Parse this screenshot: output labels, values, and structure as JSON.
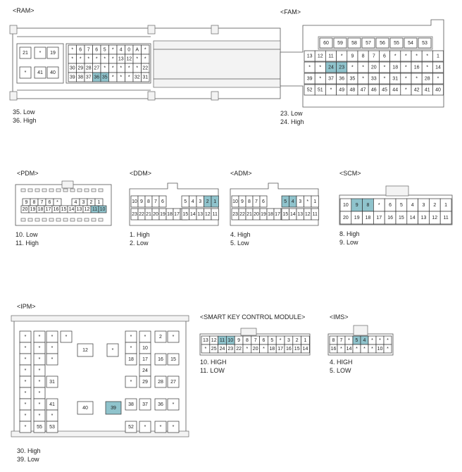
{
  "ram": {
    "title": "<RAM>",
    "notes": [
      "35. Low",
      "36. High"
    ],
    "inner": [
      [
        "21",
        "*",
        "19"
      ],
      [
        "*",
        "41",
        "40"
      ]
    ],
    "rows": [
      [
        "*",
        "6",
        "7",
        "6",
        "5",
        "*",
        "4",
        "0",
        "A",
        "*"
      ],
      [
        "*",
        "*",
        "*",
        "*",
        "*",
        "*",
        "13",
        "12",
        "*",
        "*"
      ],
      [
        "30",
        "29",
        "28",
        "27",
        "*",
        "*",
        "*",
        "*",
        "*",
        "22"
      ],
      [
        "39",
        "38",
        "37",
        "36",
        "35",
        "*",
        "*",
        "*",
        "32",
        "31"
      ]
    ],
    "hl": [
      "36",
      "35"
    ]
  },
  "fam": {
    "title": "<FAM>",
    "notes": [
      "23. Low",
      "24. High"
    ],
    "top": [
      "60",
      "59",
      "58",
      "57",
      "56",
      "55",
      "54",
      "53"
    ],
    "rows": [
      [
        "13",
        "12",
        "11",
        "*",
        "9",
        "8",
        "7",
        "6",
        "*",
        "*",
        "*",
        "*",
        "1"
      ],
      [
        "*",
        "*",
        "24",
        "23",
        "*",
        "*",
        "20",
        "*",
        "18",
        "*",
        "16",
        "*",
        "14"
      ],
      [
        "39",
        "*",
        "37",
        "36",
        "35",
        "*",
        "33",
        "*",
        "31",
        "*",
        "*",
        "28",
        "*"
      ],
      [
        "52",
        "51",
        "*",
        "49",
        "48",
        "47",
        "46",
        "45",
        "44",
        "*",
        "42",
        "41",
        "40"
      ]
    ],
    "hl": [
      "24",
      "23"
    ]
  },
  "pdm": {
    "title": "<PDM>",
    "notes": [
      "10. Low",
      "11. High"
    ],
    "r1a": [
      "9",
      "8",
      "7",
      "6",
      "*"
    ],
    "r1b": [
      "4",
      "3",
      "2",
      "1"
    ],
    "r2": [
      "20",
      "19",
      "18",
      "17",
      "16",
      "15",
      "14",
      "13",
      "12",
      "11",
      "10"
    ],
    "hl": [
      "11",
      "10"
    ]
  },
  "ddm": {
    "title": "<DDM>",
    "notes": [
      "1. High",
      "2. Low"
    ],
    "r1a": [
      "10",
      "9",
      "8",
      "7",
      "6"
    ],
    "r1b": [
      "5",
      "4",
      "3",
      "2",
      "1"
    ],
    "r2a": [
      "23",
      "22",
      "21",
      "20",
      "19",
      "18",
      "17",
      "*"
    ],
    "r2b": [
      "15",
      "14",
      "13",
      "12",
      "11"
    ],
    "hl": [
      "2",
      "1"
    ]
  },
  "adm": {
    "title": "<ADM>",
    "notes": [
      "4. High",
      "5. Low"
    ],
    "r1a": [
      "10",
      "9",
      "8",
      "7",
      "6"
    ],
    "r1b": [
      "5",
      "4",
      "3",
      "*",
      "1"
    ],
    "r2a": [
      "23",
      "22",
      "21",
      "20",
      "19",
      "18",
      "17",
      "16"
    ],
    "r2b": [
      "15",
      "14",
      "13",
      "12",
      "11"
    ],
    "hl": [
      "5",
      "4"
    ]
  },
  "scm": {
    "title": "<SCM>",
    "notes": [
      "8. High",
      "9. Low"
    ],
    "r1": [
      "10",
      "9",
      "8",
      "*",
      "6",
      "5",
      "4",
      "3",
      "2",
      "1"
    ],
    "r2": [
      "20",
      "19",
      "18",
      "17",
      "16",
      "15",
      "14",
      "13",
      "12",
      "11"
    ],
    "hl": [
      "9",
      "8"
    ]
  },
  "ipm": {
    "title": "<IPM>",
    "notes": [
      "30. High",
      "39. Low"
    ],
    "left": [
      [
        "*",
        "*",
        "*",
        "*"
      ],
      [
        "*",
        "*",
        "*",
        ""
      ],
      [
        "*",
        "*",
        "*",
        ""
      ],
      [
        "*",
        "*",
        "",
        ""
      ],
      [
        "*",
        "*",
        "31",
        ""
      ],
      [
        "*",
        "*",
        "",
        ""
      ],
      [
        "*",
        "*",
        "41",
        ""
      ],
      [
        "*",
        "*",
        "*",
        ""
      ],
      [
        "*",
        "55",
        "53",
        ""
      ]
    ],
    "right": [
      [
        "*",
        "*",
        "2",
        "*"
      ],
      [
        "*",
        "10",
        "",
        ""
      ],
      [
        "18",
        "17",
        "16",
        "15"
      ],
      [
        "",
        "24",
        "",
        ""
      ],
      [
        "*",
        "29",
        "28",
        "27"
      ],
      [
        "",
        "",
        "",
        ""
      ],
      [
        "38",
        "37",
        "36",
        "*"
      ],
      [
        "",
        "",
        "",
        ""
      ],
      [
        "52",
        "*",
        "*",
        "*"
      ]
    ],
    "mid": [
      "12",
      "*",
      "40",
      "39"
    ],
    "hl": [
      "39"
    ]
  },
  "skcm": {
    "title": "<SMART KEY CONTROL MODULE>",
    "notes": [
      "10. HIGH",
      "11. LOW"
    ],
    "r1": [
      "13",
      "12",
      "11",
      "10",
      "9",
      "8",
      "7",
      "6",
      "5",
      "*",
      "3",
      "2",
      "1"
    ],
    "r2": [
      "*",
      "25",
      "24",
      "23",
      "22",
      "*",
      "20",
      "*",
      "18",
      "17",
      "16",
      "15",
      "14"
    ],
    "hl": [
      "11",
      "10"
    ]
  },
  "ims": {
    "title": "<IMS>",
    "notes": [
      "4. HIGH",
      "5. LOW"
    ],
    "r1": [
      "8",
      "7",
      "*",
      "5",
      "4",
      "*",
      "*",
      "*"
    ],
    "r2": [
      "16",
      "*",
      "14",
      "*",
      "*",
      "*",
      "10",
      "*"
    ],
    "hl": [
      "5",
      "4"
    ]
  },
  "colors": {
    "highlight": "#8fc3cc",
    "line": "#333333"
  }
}
